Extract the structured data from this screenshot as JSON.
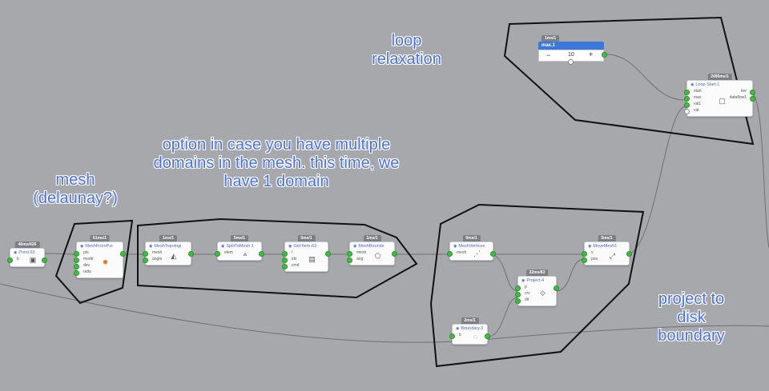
{
  "notes": {
    "loop": "loop\nrelaxation",
    "option": "option in case you have multiple\ndomains in the mesh. this time, we\nhave 1 domain",
    "mesh": "mesh\n(delaunay?)",
    "project": "project to\ndisk\nboundary"
  },
  "nodes": {
    "point": {
      "timing": "46ms/426",
      "title": "Point.63",
      "inputs": [
        "b"
      ],
      "outputs": [],
      "icon": "cube-icon"
    },
    "mesh_from_points": {
      "timing": "61ms/1",
      "title": "MeshFromPoi",
      "inputs": [
        "pts",
        "mode",
        "dev",
        "ratio"
      ],
      "outputs": [],
      "icon": "delaunay-icon"
    },
    "mesh_topology": {
      "timing": "1ms/1",
      "title": "MeshTopologi",
      "inputs": [
        "mesh",
        "angle"
      ],
      "outputs": [],
      "icon": "topology-icon"
    },
    "split_to_mesh": {
      "timing": "5ms/1",
      "title": "SplitToMesh.1",
      "inputs": [
        "elem"
      ],
      "outputs": [],
      "icon": "split-icon"
    },
    "get_item": {
      "timing": "0ms/1",
      "title": "Get Item.63",
      "inputs": [
        "l",
        "idx",
        "cmd"
      ],
      "outputs": [],
      "icon": "list-item-icon"
    },
    "mesh_bounds": {
      "timing": "1ms/1",
      "title": "MeshBounds",
      "inputs": [
        "mesh",
        "ang"
      ],
      "outputs": [],
      "icon": "bounds-icon"
    },
    "mesh_vertices": {
      "timing": "0ms/1",
      "title": "MeshVertices",
      "inputs": [
        "mesh"
      ],
      "outputs": [],
      "icon": "vertices-icon"
    },
    "move_mesh": {
      "timing": "5ms/1",
      "title": "MoveMesh1",
      "inputs": [
        "v",
        "pos"
      ],
      "outputs": [],
      "icon": "move-icon"
    },
    "project": {
      "timing": "22ms/83",
      "title": "Project.4",
      "inputs": [
        "p",
        "crv",
        "dir"
      ],
      "outputs": [],
      "icon": "project-icon"
    },
    "boundary": {
      "timing": "2ms/1",
      "title": "Boundary.3",
      "inputs": [
        "b"
      ],
      "outputs": [],
      "icon": "boundary-icon"
    },
    "loop_start": {
      "timing": "2490ms/1",
      "title": "Loop Start.1",
      "inputs": [
        "start",
        "max",
        "val1",
        "val"
      ],
      "outputs": [
        "iter",
        "dataflow1"
      ],
      "icon": "loop-icon"
    }
  },
  "slider": {
    "timing": "1ms/1",
    "name": "max.1",
    "value": "10",
    "minus": "−",
    "plus": "+"
  },
  "colors": {
    "background": "#a7a8ac",
    "note_text": "#4a6fe0",
    "port": "#3fbf3f",
    "slider_head": "#3c78d8",
    "wire": "#6f7076"
  }
}
